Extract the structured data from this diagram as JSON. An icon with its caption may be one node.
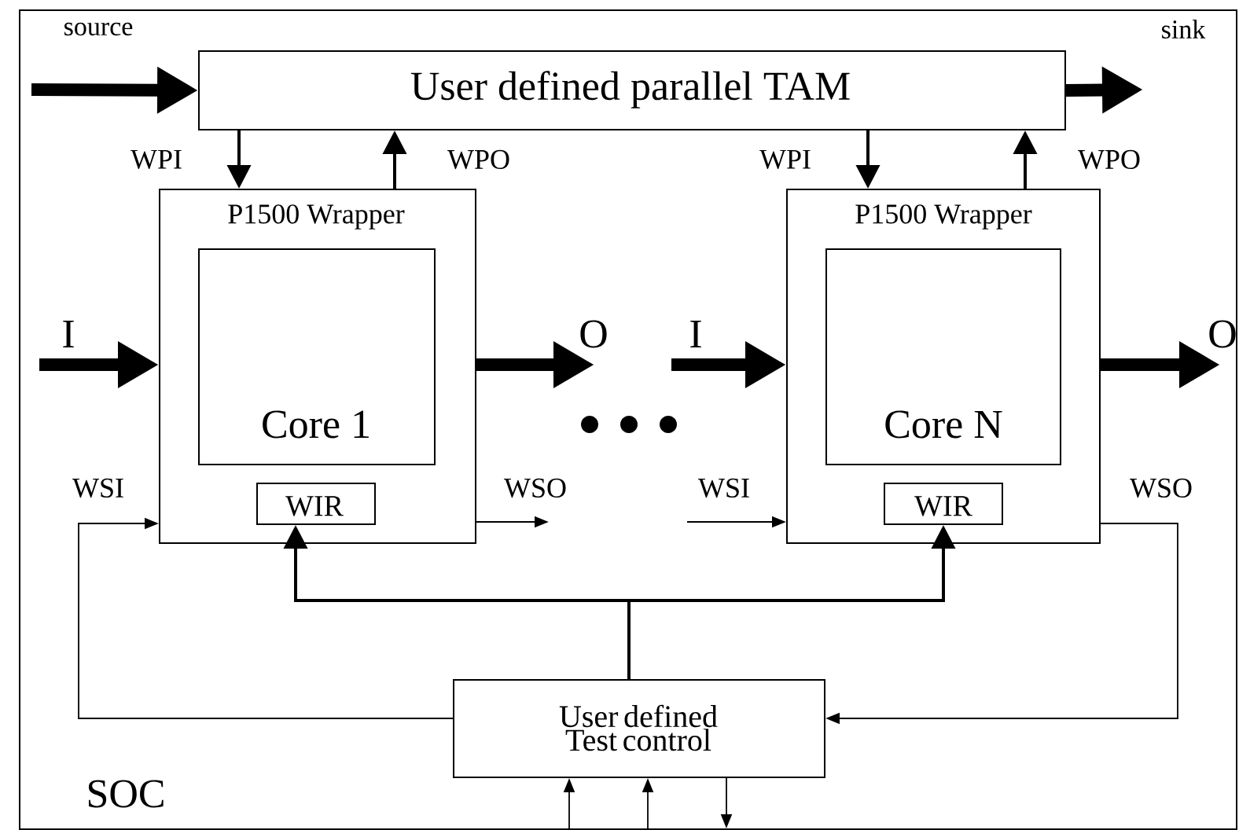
{
  "diagram": {
    "nodes": [
      {
        "text": [
          "SOC"
        ]
      },
      {
        "text": [
          "User defined parallel TAM"
        ],
        "in": 0
      },
      {
        "text": [
          "P1500 Wrapper"
        ],
        "in": 0
      },
      {
        "text": [
          "Core 1"
        ],
        "in": 2
      },
      {
        "text": [
          "WIR"
        ],
        "in": 2
      },
      {
        "text": [
          "P1500 Wrapper"
        ],
        "in": 0
      },
      {
        "text": [
          "Core N"
        ],
        "in": 5
      },
      {
        "text": [
          "WIR"
        ],
        "in": 5
      },
      {
        "text": [
          "User defined Test control"
        ],
        "in": 0
      }
    ],
    "edges": [
      {
        "from": null,
        "to": 1,
        "arrow": "to",
        "label": "source",
        "style": "thick"
      },
      {
        "from": 1,
        "to": null,
        "arrow": "to",
        "label": "sink",
        "style": "thick"
      },
      {
        "from": 1,
        "to": 2,
        "arrow": "to",
        "label": "WPI"
      },
      {
        "from": 2,
        "to": 1,
        "arrow": "to",
        "label": "WPO"
      },
      {
        "from": 1,
        "to": 5,
        "arrow": "to",
        "label": "WPI"
      },
      {
        "from": 5,
        "to": 1,
        "arrow": "to",
        "label": "WPO"
      },
      {
        "from": null,
        "to": 2,
        "arrow": "to",
        "label": "I",
        "style": "thick"
      },
      {
        "from": 2,
        "to": null,
        "arrow": "to",
        "label": "O",
        "style": "thick"
      },
      {
        "from": null,
        "to": 5,
        "arrow": "to",
        "label": "I",
        "style": "thick"
      },
      {
        "from": 5,
        "to": null,
        "arrow": "to",
        "label": "O",
        "style": "thick"
      },
      {
        "from": 8,
        "to": 2,
        "arrow": "to",
        "label": "WSI"
      },
      {
        "from": 2,
        "to": null,
        "arrow": "to",
        "label": "WSO"
      },
      {
        "from": null,
        "to": 5,
        "arrow": "to",
        "label": "WSI"
      },
      {
        "from": 5,
        "to": 8,
        "arrow": "to",
        "label": "WSO"
      },
      {
        "from": 8,
        "to": 4,
        "arrow": "to"
      },
      {
        "from": 8,
        "to": 7,
        "arrow": "to"
      },
      {
        "from": null,
        "to": 8,
        "arrow": "to"
      },
      {
        "from": null,
        "to": 8,
        "arrow": "to"
      },
      {
        "from": 8,
        "to": null,
        "arrow": "to"
      }
    ]
  }
}
